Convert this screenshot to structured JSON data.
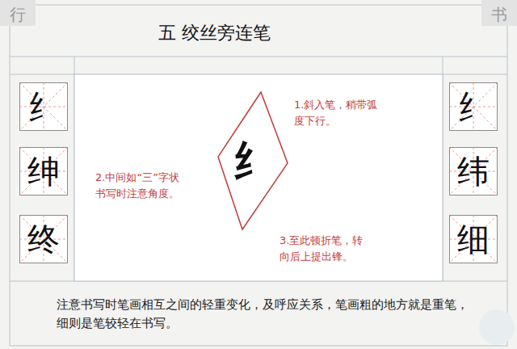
{
  "diagram": {
    "title": "五 绞丝旁连笔",
    "nodes": [
      {
        "text": [
          "纟"
        ]
      },
      {
        "text": [
          "绅"
        ]
      },
      {
        "text": [
          "终"
        ]
      },
      {
        "text": [
          "纟"
        ]
      },
      {
        "text": [
          "纟"
        ]
      },
      {
        "text": [
          "纬"
        ]
      },
      {
        "text": [
          "细"
        ]
      }
    ],
    "labels": [
      "行",
      "书",
      "1.斜入笔，稍带弧度下行。",
      "2.中间如“三”字状书写时注意角度。",
      "3.至此顿折笔，转向后上提出锋。",
      "注意书写时笔画相互之间的轻重变化，及呼应关系，笔画粗的地方就是重笔，细则是笔较轻在书写。"
    ]
  }
}
